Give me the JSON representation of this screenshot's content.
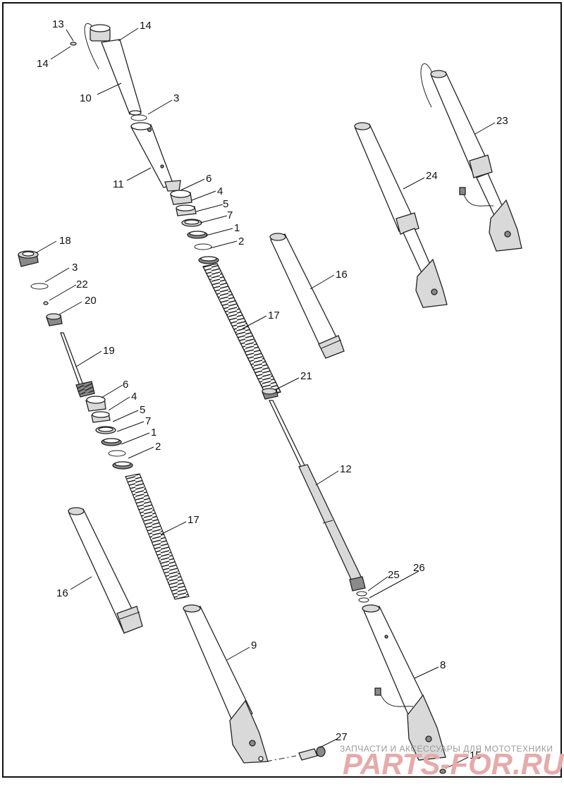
{
  "labels": [
    "13",
    "14",
    "14",
    "10",
    "3",
    "11",
    "6",
    "4",
    "5",
    "7",
    "1",
    "2",
    "18",
    "3",
    "22",
    "20",
    "19",
    "6",
    "4",
    "5",
    "7",
    "1",
    "2",
    "17",
    "16",
    "17",
    "21",
    "12",
    "16",
    "25",
    "26",
    "9",
    "8",
    "27",
    "15",
    "23",
    "24"
  ],
  "watermark": {
    "tagline": "ЗАПЧАСТИ И АКСЕССУАРЫ ДЛЯ МОТОТЕХНИКИ",
    "brand": "PARTS-FOR.RU",
    "color": "#e7a9a9"
  }
}
